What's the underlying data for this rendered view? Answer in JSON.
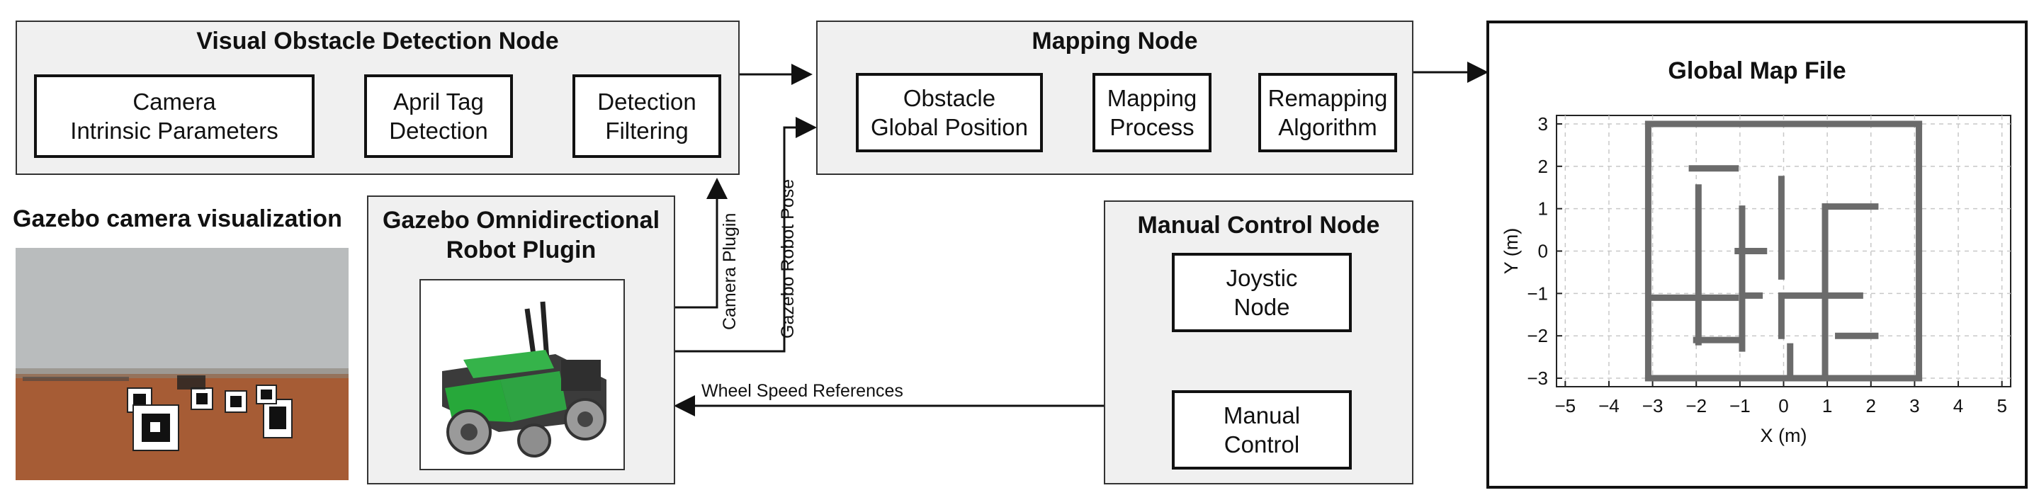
{
  "vision_node": {
    "title": "Visual Obstacle Detection Node",
    "boxes": [
      {
        "line1": "Camera",
        "line2": "Intrinsic Parameters"
      },
      {
        "line1": "April Tag",
        "line2": "Detection"
      },
      {
        "line1": "Detection",
        "line2": "Filtering"
      }
    ]
  },
  "mapping_node": {
    "title": "Mapping Node",
    "boxes": [
      {
        "line1": "Obstacle",
        "line2": "Global Position"
      },
      {
        "line1": "Mapping",
        "line2": "Process"
      },
      {
        "line1": "Remapping",
        "line2": "Algorithm"
      }
    ]
  },
  "gazebo_camera": {
    "title": "Gazebo camera visualization"
  },
  "robot_plugin": {
    "title_line1": "Gazebo Omnidirectional",
    "title_line2": "Robot Plugin"
  },
  "manual_node": {
    "title": "Manual Control Node",
    "boxes": [
      {
        "line1": "Joystic",
        "line2": "Node"
      },
      {
        "line1": "Manual",
        "line2": "Control"
      }
    ]
  },
  "edges": {
    "camera_plugin": "Camera Plugin",
    "gazebo_robot_pose": "Gazebo Robot Pose",
    "wheel_speed": "Wheel Speed References"
  },
  "map": {
    "title": "Global Map File",
    "xlabel": "X (m)",
    "ylabel": "Y (m)",
    "x_ticks": [
      "−5",
      "−4",
      "−3",
      "−2",
      "−1",
      "0",
      "1",
      "2",
      "3",
      "4",
      "5"
    ],
    "y_ticks": [
      "3",
      "2",
      "1",
      "0",
      "−1",
      "−2",
      "−3"
    ],
    "xlim": [
      -5.2,
      5.2
    ],
    "ylim": [
      -3.2,
      3.2
    ],
    "wall_color": "#6b6b6b",
    "walls": [
      [
        [
          -3.1,
          3.0
        ],
        [
          3.1,
          3.0
        ]
      ],
      [
        [
          -3.1,
          3.0
        ],
        [
          -3.1,
          -3.0
        ]
      ],
      [
        [
          3.1,
          3.0
        ],
        [
          3.1,
          -3.0
        ]
      ],
      [
        [
          -3.1,
          -3.0
        ],
        [
          3.1,
          -3.0
        ]
      ],
      [
        [
          -2.1,
          1.95
        ],
        [
          -1.1,
          1.95
        ]
      ],
      [
        [
          -1.95,
          1.5
        ],
        [
          -1.95,
          -2.15
        ]
      ],
      [
        [
          -0.95,
          1.0
        ],
        [
          -0.95,
          -2.3
        ]
      ],
      [
        [
          -1.0,
          -2.1
        ],
        [
          -2.0,
          -2.1
        ]
      ],
      [
        [
          -1.1,
          -1.1
        ],
        [
          -3.0,
          -1.1
        ]
      ],
      [
        [
          -0.95,
          -1.05
        ],
        [
          -0.55,
          -1.05
        ]
      ],
      [
        [
          -1.05,
          0.0
        ],
        [
          -0.45,
          0.0
        ]
      ],
      [
        [
          -0.05,
          1.7
        ],
        [
          -0.05,
          -0.6
        ]
      ],
      [
        [
          -0.05,
          -1.05
        ],
        [
          1.75,
          -1.05
        ]
      ],
      [
        [
          0.15,
          -2.25
        ],
        [
          0.15,
          -3.0
        ]
      ],
      [
        [
          0.95,
          1.05
        ],
        [
          2.1,
          1.05
        ]
      ],
      [
        [
          0.95,
          1.05
        ],
        [
          0.95,
          -3.0
        ]
      ],
      [
        [
          1.25,
          -2.0
        ],
        [
          2.1,
          -2.0
        ]
      ],
      [
        [
          -0.05,
          -1.1
        ],
        [
          -0.05,
          -2.0
        ]
      ]
    ]
  }
}
